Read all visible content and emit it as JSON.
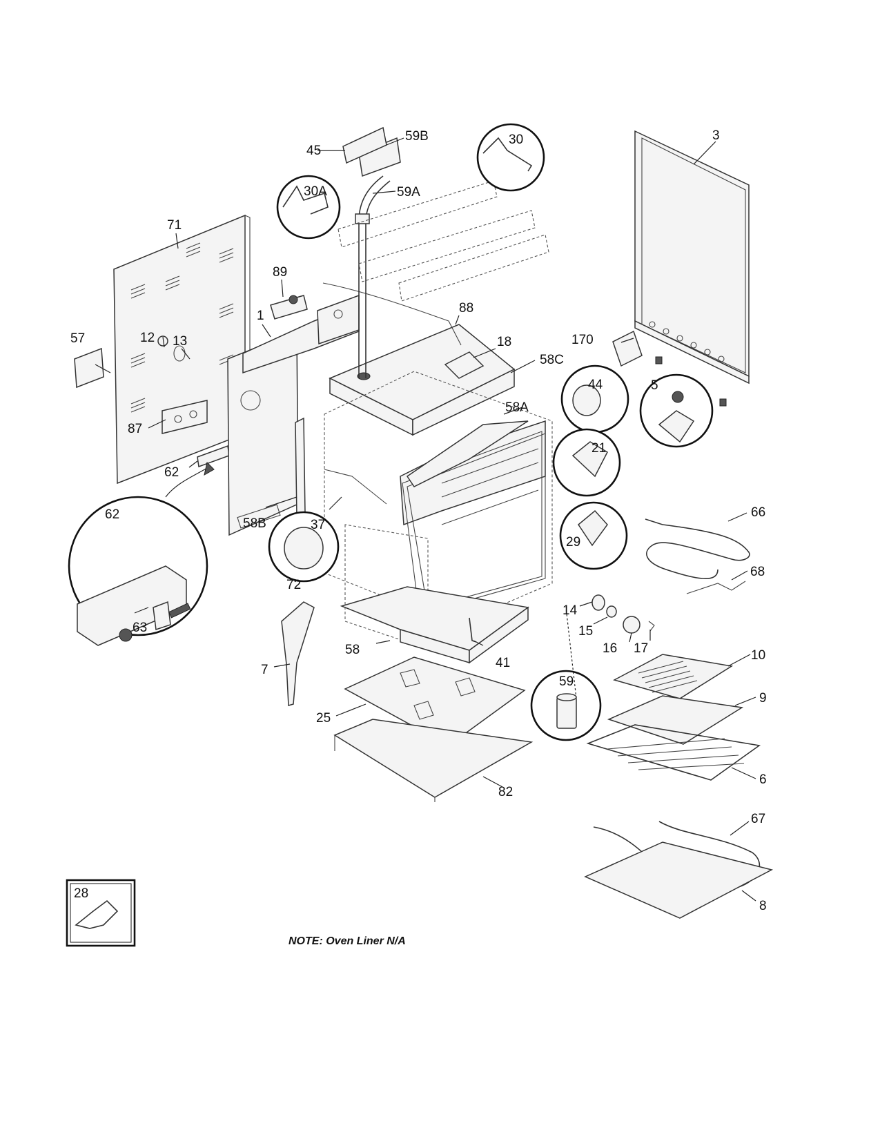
{
  "labels": {
    "p1": "1",
    "p3": "3",
    "p5": "5",
    "p6": "6",
    "p7": "7",
    "p8": "8",
    "p9": "9",
    "p10": "10",
    "p12": "12",
    "p13": "13",
    "p14": "14",
    "p15": "15",
    "p16": "16",
    "p17": "17",
    "p18": "18",
    "p21": "21",
    "p25": "25",
    "p28": "28",
    "p29": "29",
    "p30": "30",
    "p30a": "30A",
    "p37": "37",
    "p41": "41",
    "p44": "44",
    "p45": "45",
    "p57": "57",
    "p58": "58",
    "p58a": "58A",
    "p58b": "58B",
    "p58c": "58C",
    "p59": "59",
    "p59a": "59A",
    "p59b": "59B",
    "p62": "62",
    "p62b": "62",
    "p63": "63",
    "p66": "66",
    "p67": "67",
    "p68": "68",
    "p71": "71",
    "p72": "72",
    "p82": "82",
    "p87": "87",
    "p88": "88",
    "p89": "89",
    "p170": "170"
  },
  "note": "NOTE:  Oven Liner N/A"
}
